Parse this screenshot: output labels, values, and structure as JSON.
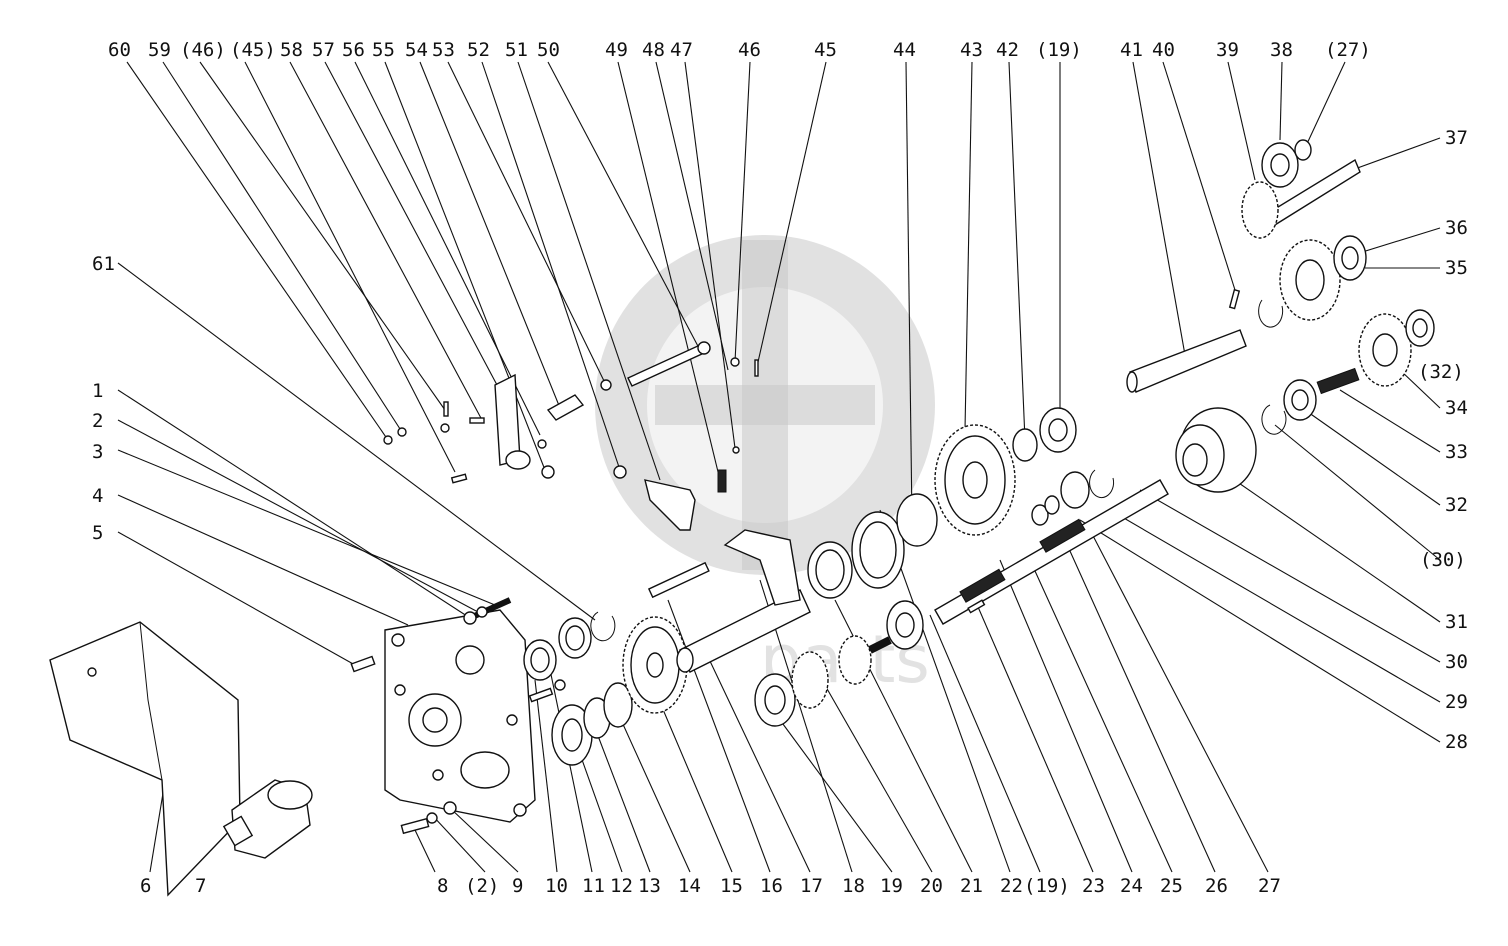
{
  "diagram": {
    "watermark_text": "parts",
    "callouts": {
      "top": [
        "60",
        "59",
        "(46)",
        "(45)",
        "58",
        "57",
        "56",
        "55",
        "54",
        "53",
        "52",
        "51",
        "50",
        "49",
        "48",
        "47",
        "46",
        "45",
        "44",
        "43",
        "42",
        "(19)",
        "41",
        "40",
        "39",
        "38",
        "(27)"
      ],
      "left": [
        "61",
        "1",
        "2",
        "3",
        "4",
        "5"
      ],
      "right": [
        "37",
        "36",
        "35",
        "(32)",
        "34",
        "33",
        "32",
        "(30)",
        "31",
        "30",
        "29",
        "28"
      ],
      "bottom": [
        "6",
        "7",
        "8",
        "(2)",
        "9",
        "10",
        "11",
        "12",
        "13",
        "14",
        "15",
        "16",
        "17",
        "18",
        "19",
        "20",
        "21",
        "22",
        "(19)",
        "23",
        "24",
        "25",
        "26",
        "27"
      ]
    }
  }
}
